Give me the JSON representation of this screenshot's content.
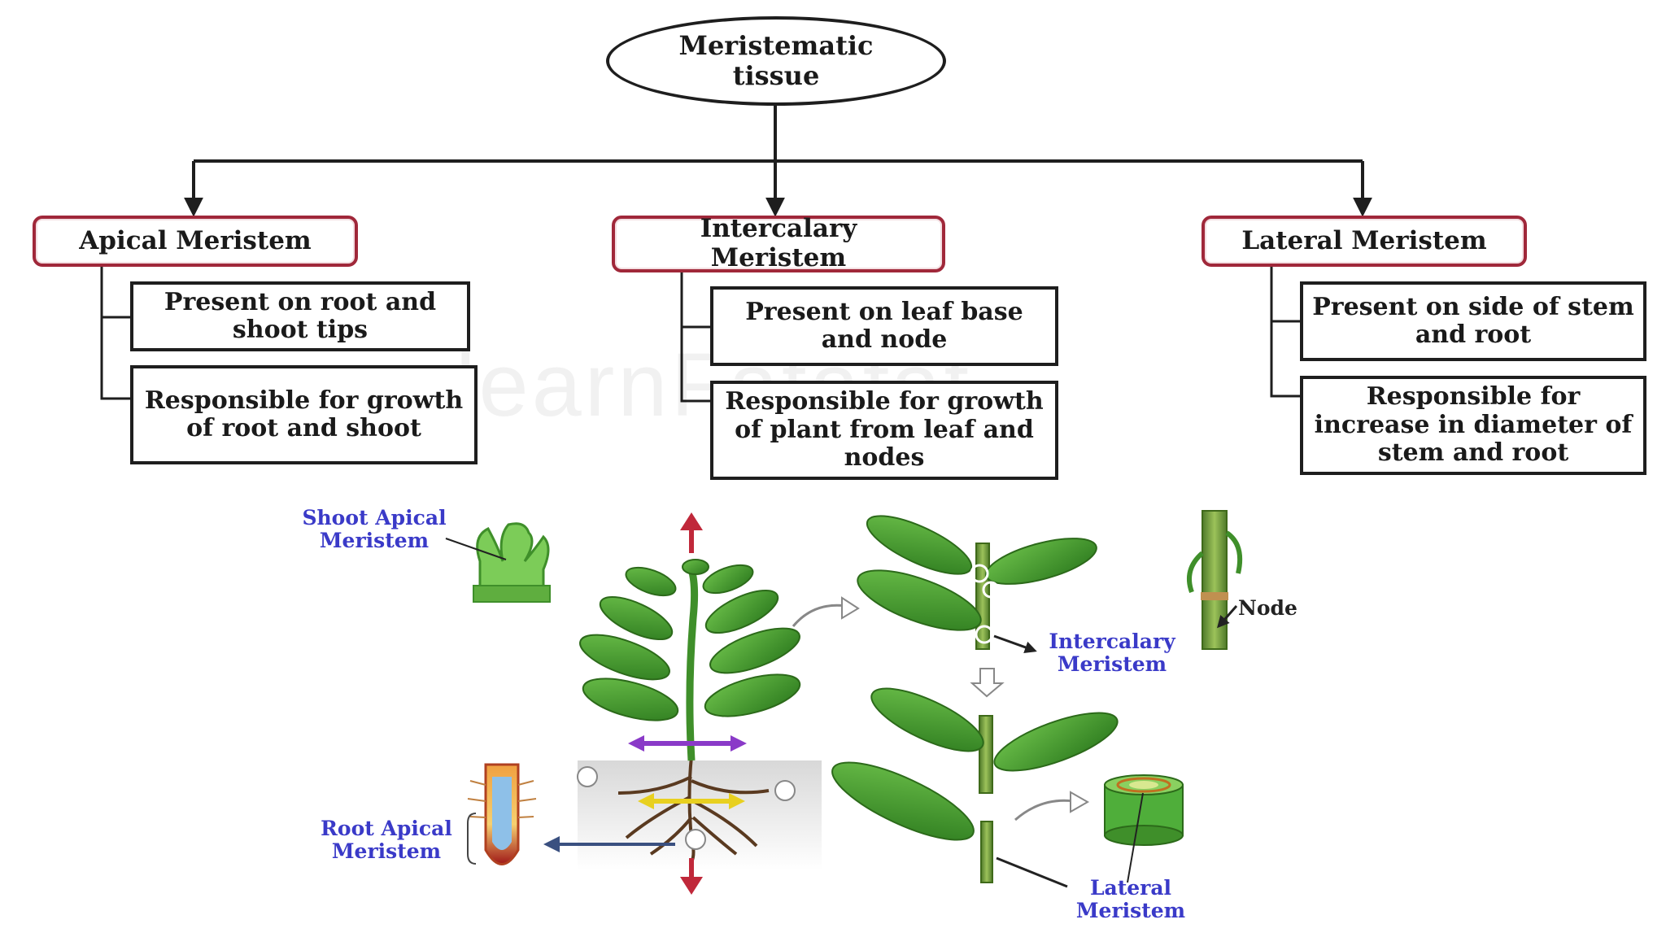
{
  "root": {
    "label": "Meristematic tissue"
  },
  "branches": [
    {
      "title": "Apical Meristem",
      "facts": [
        "Present on root and shoot tips",
        "Responsible for growth of root and shoot"
      ]
    },
    {
      "title": "Intercalary Meristem",
      "facts": [
        "Present on leaf base and node",
        "Responsible for growth of plant from leaf and nodes"
      ]
    },
    {
      "title": "Lateral Meristem",
      "facts": [
        "Present on side of stem and root",
        "Responsible for increase in diameter of stem and root"
      ]
    }
  ],
  "illustration_labels": {
    "shoot_apical": "Shoot Apical Meristem",
    "root_apical": "Root Apical Meristem",
    "intercalary": "Intercalary Meristem",
    "lateral": "Lateral Meristem",
    "node": "Node"
  },
  "watermark": "learnFatafat",
  "colors": {
    "branch_border": "#a0283a",
    "label_blue": "#3a3ac8",
    "leaf_green": "#3f9a2a",
    "arrow_red": "#c0283a",
    "arrow_purple": "#8a3ac8",
    "arrow_yellow": "#e8d020"
  }
}
